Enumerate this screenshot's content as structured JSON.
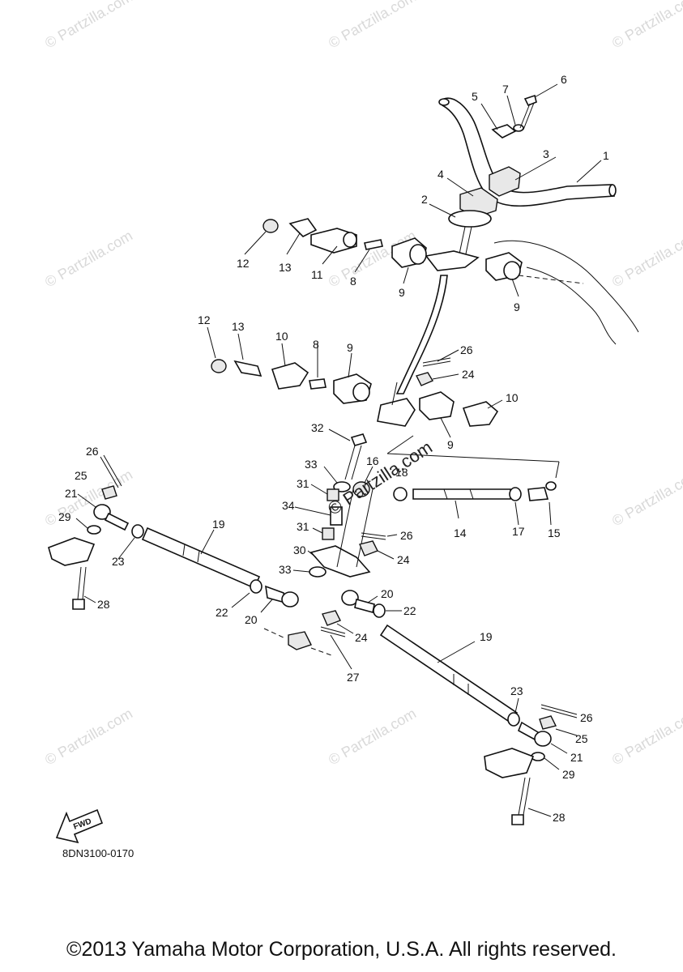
{
  "diagram": {
    "callouts": [
      "1",
      "2",
      "3",
      "4",
      "5",
      "6",
      "7",
      "8",
      "9",
      "10",
      "11",
      "12",
      "13",
      "14",
      "15",
      "16",
      "17",
      "18",
      "19",
      "20",
      "21",
      "22",
      "23",
      "24",
      "25",
      "26",
      "27",
      "28",
      "29",
      "30",
      "31",
      "32",
      "33",
      "34"
    ],
    "fwd_label": "FWD",
    "drawing_code": "8DN3100-0170",
    "diagonal_watermark": "© Partzilla.com",
    "watermark_text": "© Partzilla.com"
  },
  "footer": {
    "copyright": "©2013 Yamaha Motor Corporation, U.S.A. All rights reserved."
  }
}
